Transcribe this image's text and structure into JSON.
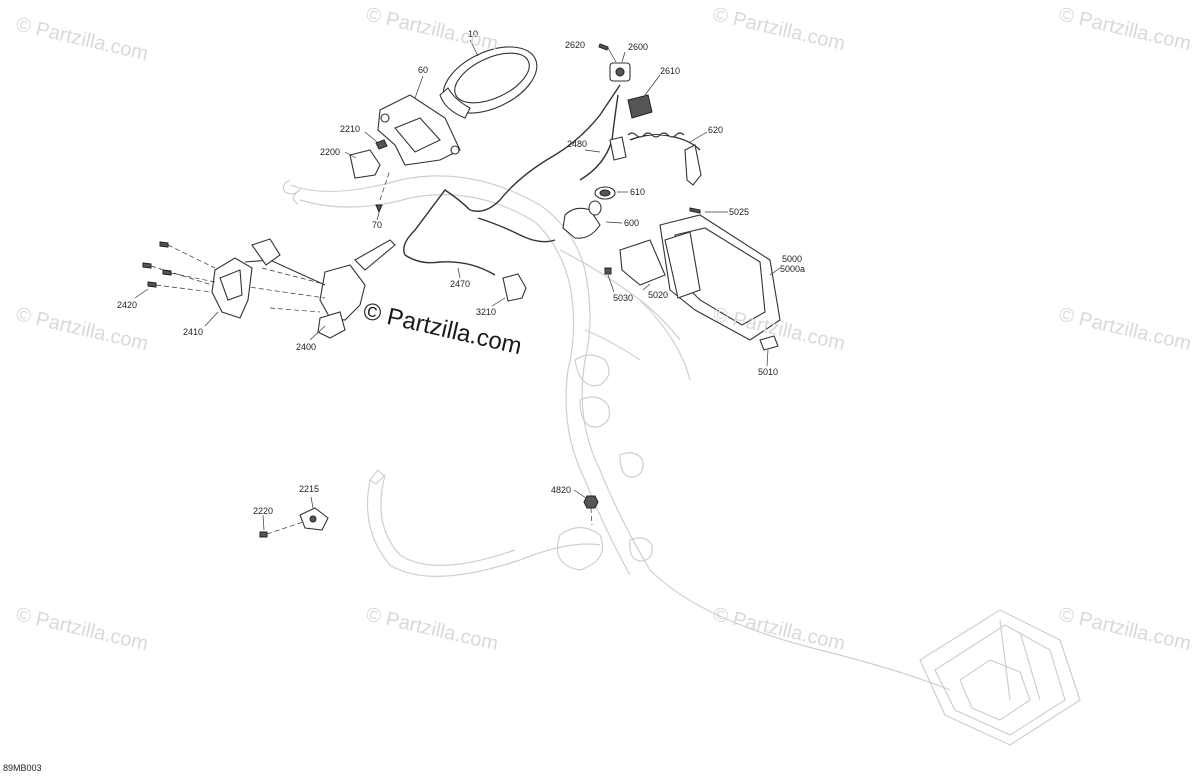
{
  "watermark": "© Partzilla.com",
  "watermark_main": "© Partzilla.com",
  "diagram_code": "89MB003",
  "callouts": [
    "10",
    "60",
    "2210",
    "2200",
    "70",
    "2620",
    "2600",
    "2610",
    "620",
    "2480",
    "610",
    "600",
    "5025",
    "5000",
    "5000a",
    "5020",
    "5030",
    "5010",
    "2420",
    "2410",
    "2400",
    "2470",
    "3210",
    "2215",
    "2220",
    "4820"
  ]
}
